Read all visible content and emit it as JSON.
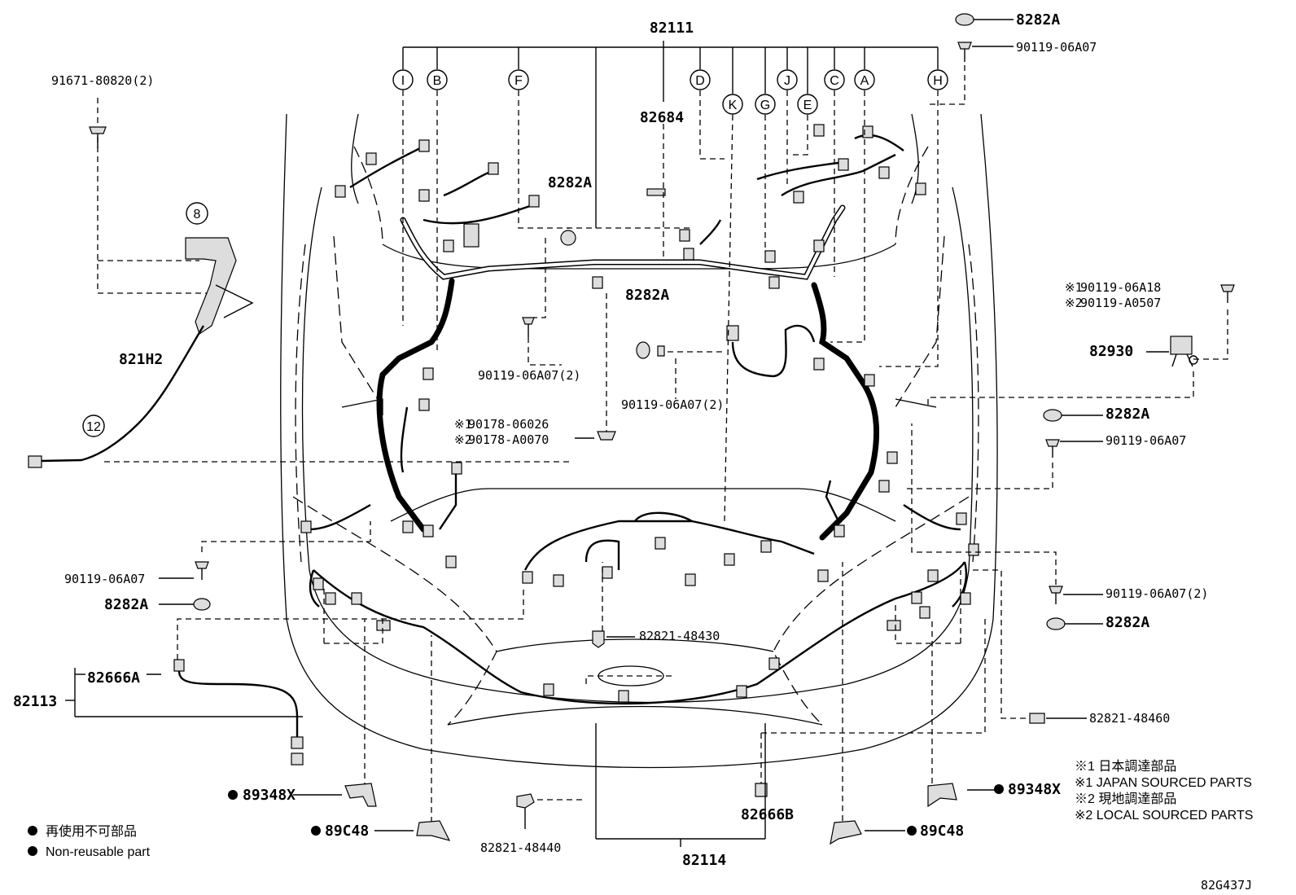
{
  "diagram": {
    "code": "82G437J",
    "parts": {
      "main_harness": "82111",
      "bracket_bolt": "91671-80820(2)",
      "sensor_harness": "821H2",
      "relay": "82684",
      "relay_bracket_tl": "8282A",
      "bolt_center_left": "90119-06A07(2)",
      "bolt_center": "90119-06A07(2)",
      "clip_center": "8282A",
      "cover_top_right": "8282A",
      "bolt_top_right": "90119-06A07",
      "right_bolt_1": "90119-06A18",
      "right_bolt_2": "90119-A0507",
      "fuse_block": "82930",
      "clamp_right_1": "8282A",
      "bolt_right_1": "90119-06A07",
      "bolt_right_2": "90119-06A07(2)",
      "clamp_right_2": "8282A",
      "bolt_left": "90119-06A07",
      "clamp_left": "8282A",
      "clip_1": "90178-06026",
      "clip_2": "90178-A0070",
      "clamp_bottom_center": "82821-48430",
      "clamp_bottom_right": "82821-48460",
      "clamp_bottom_left": "82821-48440",
      "wire_assy": "82113",
      "protector_a": "82666A",
      "protector_b": "82666B",
      "bumper_harness": "82114",
      "sensor_left": "89348X",
      "sensor_right": "89348X",
      "retainer_left": "89C48",
      "retainer_right": "89C48"
    },
    "callouts": [
      "I",
      "B",
      "F",
      "D",
      "K",
      "G",
      "J",
      "E",
      "C",
      "A",
      "H"
    ],
    "circled_numbers": [
      "8",
      "12"
    ],
    "notes": {
      "mark1": "※1",
      "mark2": "※2",
      "mark1_jp": "※1 日本調達部品",
      "mark1_en": "※1 JAPAN SOURCED PARTS",
      "mark2_jp": "※2 現地調達部品",
      "mark2_en": "※2 LOCAL SOURCED PARTS"
    },
    "legend": {
      "nonreusable_jp": "再使用不可部品",
      "nonreusable_en": "Non-reusable part"
    }
  }
}
